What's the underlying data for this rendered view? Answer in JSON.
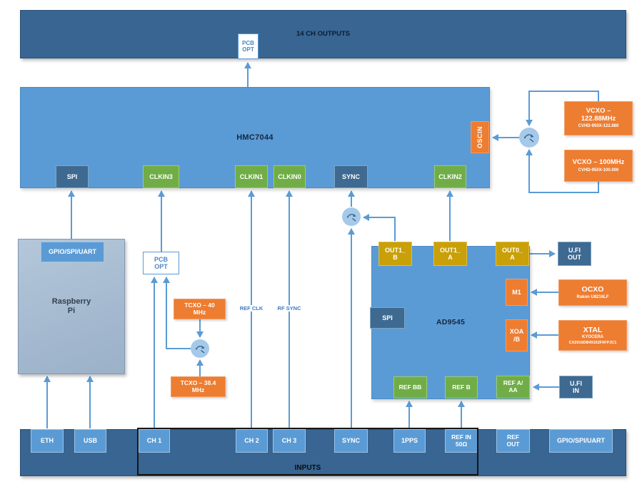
{
  "top": {
    "outputs_label": "14 CH OUTPUTS",
    "pcb_opt": "PCB\nOPT"
  },
  "hmc7044": {
    "label": "HMC7044",
    "spi": "SPI",
    "clkin3": "CLKIN3",
    "clkin1": "CLKIN1",
    "clkin0": "CLKIN0",
    "sync": "SYNC",
    "clkin2": "CLKIN2",
    "oscin": "OSCIN"
  },
  "vcxo_122": {
    "title": "VCXO –\n122.88MHz",
    "part": "CVHD-950X-122.880"
  },
  "vcxo_100": {
    "title": "VCXO – 100MHz",
    "part": "CVHD-950X-100.000"
  },
  "raspberry_pi": {
    "label": "Raspberry\nPi",
    "gpio": "GPIO/SPI/UART"
  },
  "pcb_opt_mid": "PCB\nOPT",
  "tcxo_40": "TCXO – 40\nMHz",
  "tcxo_384": "TCXO – 38.4\nMHz",
  "wire_labels": {
    "ref_clk": "REF CLK",
    "rf_sync": "RF SYNC"
  },
  "ad9545": {
    "label": "AD9545",
    "out1_b": "OUT1_\nB",
    "out1_a": "OUT1_\nA",
    "out0_a": "OUT0_\nA",
    "spi": "SPI",
    "m1": "M1",
    "xoa_b": "XOA\n/B",
    "ref_bb": "REF BB",
    "ref_b": "REF B",
    "ref_a_aa": "REF A/\nAA"
  },
  "right_col": {
    "ufl_out": "U.Fl\nOUT",
    "ocxo_title": "OCXO",
    "ocxo_part": "Rakon U8216LF",
    "xtal_title": "XTAL",
    "xtal_brand": "KYOCERA",
    "xtal_part": "CX2016DB49152F0FPJC1",
    "ufl_in": "U.Fl\nIN"
  },
  "bottom": {
    "inputs_label": "INPUTS",
    "eth": "ETH",
    "usb": "USB",
    "ch1": "CH 1",
    "ch2": "CH 2",
    "ch3": "CH 3",
    "sync": "SYNC",
    "pps": "1PPS",
    "ref_in": "REF IN\n50Ω",
    "ref_out": "REF\nOUT",
    "gpio": "GPIO/SPI/UART"
  },
  "colors": {
    "wire_blue": "#5b9bd5",
    "wire_yellow": "#ffc000",
    "block_blue": "#5b9bd5",
    "bar_blue": "#386592",
    "green": "#70ad47",
    "gold": "#c9a008",
    "orange": "#ed7d31"
  }
}
